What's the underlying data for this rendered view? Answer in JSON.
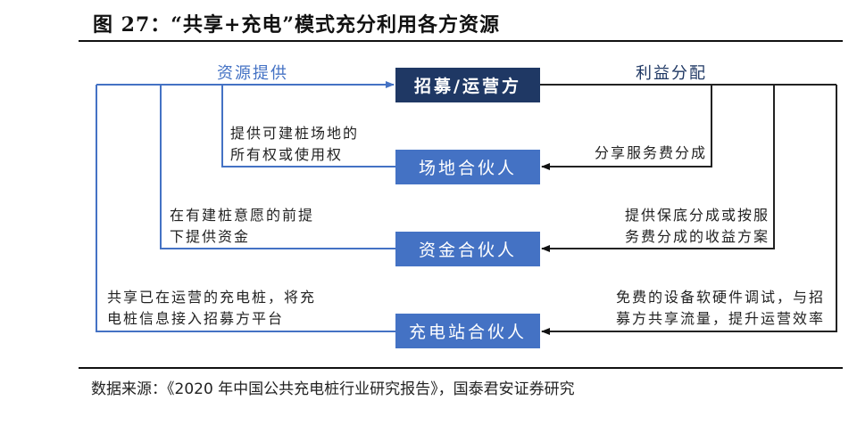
{
  "figure": {
    "title": "图 27：“共享+充电”模式充分利用各方资源",
    "source": "数据来源：《2020 年中国公共充电桩行业研究报告》，国泰君安证券研究"
  },
  "diagram": {
    "center_node": "招募/运营方",
    "partners": [
      {
        "label": "场地合伙人",
        "provides": [
          "提供可建桩场地的",
          "所有权或使用权"
        ],
        "receives": [
          "分享服务费分成"
        ]
      },
      {
        "label": "资金合伙人",
        "provides": [
          "在有建桩意愿的前提",
          "下提供资金"
        ],
        "receives": [
          "提供保底分成或按服",
          "务费分成的收益方案"
        ]
      },
      {
        "label": "充电站合伙人",
        "provides": [
          "共享已在运营的充电桩，将充",
          "电桩信息接入招募方平台"
        ],
        "receives": [
          "免费的设备软硬件调试，与招",
          "募方共享流量，提升运营效率"
        ]
      }
    ],
    "left_flow_label": "资源提供",
    "right_flow_label": "利益分配",
    "colors": {
      "center_node": "#1f3864",
      "partner_node": "#4472c4",
      "resource_line": "#4472c4",
      "benefit_line": "#222222"
    }
  }
}
